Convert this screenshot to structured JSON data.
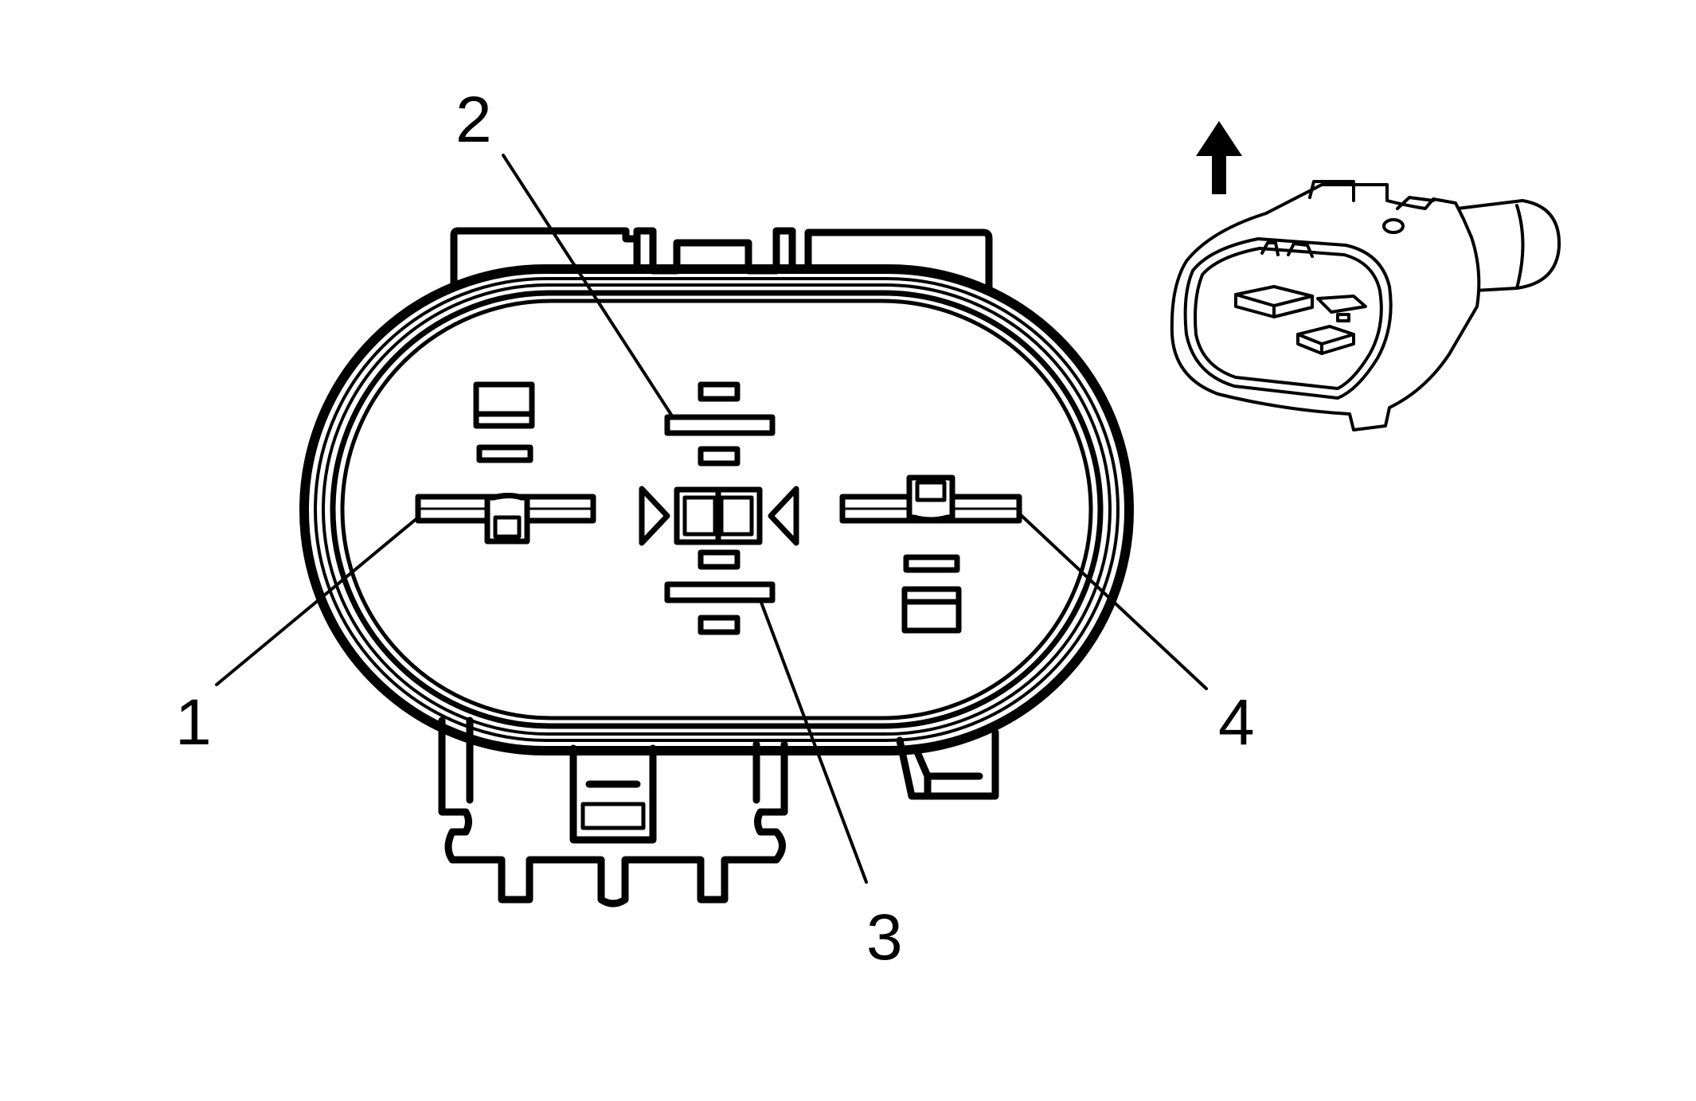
{
  "callouts": [
    {
      "id": "1",
      "label": "1"
    },
    {
      "id": "2",
      "label": "2"
    },
    {
      "id": "3",
      "label": "3"
    },
    {
      "id": "4",
      "label": "4"
    }
  ],
  "colors": {
    "line": "#000000",
    "background": "#ffffff"
  },
  "icons": {
    "orientation": "arrow-up-icon",
    "connector_view": "connector-perspective-icon"
  }
}
